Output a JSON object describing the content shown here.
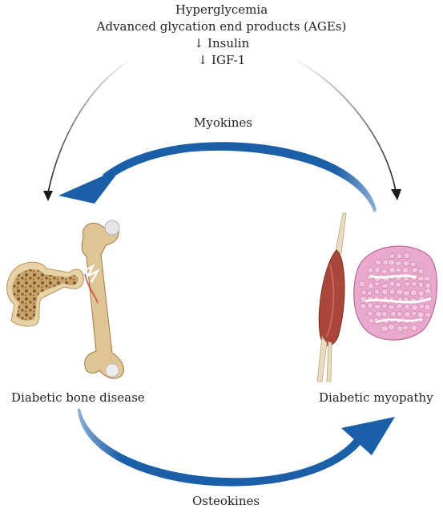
{
  "factors": {
    "line1": "Hyperglycemia",
    "line2": "Advanced glycation end products (AGEs)",
    "line3": "↓ Insulin",
    "line4": "↓ IGF-1"
  },
  "arrows": {
    "top_label": "Myokines",
    "bottom_label": "Osteokines"
  },
  "nodes": {
    "left_label": "Diabetic bone disease",
    "right_label": "Diabetic myopathy"
  },
  "colors": {
    "arrow_blue": "#1a5fa8",
    "arrow_black": "#1b1b1b",
    "bone": "#dfc596",
    "bone_dark": "#9a7a45",
    "muscle": "#a8473a",
    "tissue_pink": "#e9a9cc"
  }
}
